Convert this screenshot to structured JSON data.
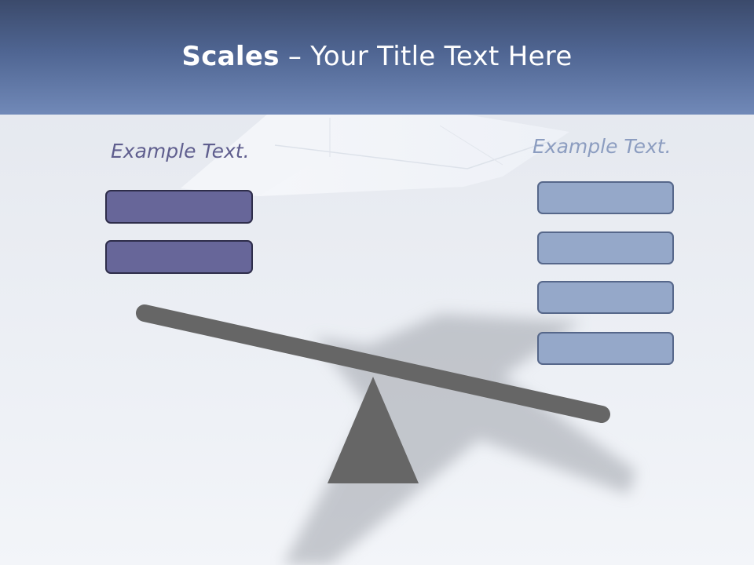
{
  "title": {
    "bold": "Scales",
    "rest": " – Your Title Text Here"
  },
  "left": {
    "label": "Example Text.",
    "box_count": 2,
    "fill_color": "#676699",
    "border_color": "#2e2d4a"
  },
  "right": {
    "label": "Example Text.",
    "box_count": 4,
    "fill_color": "#95a8c9",
    "border_color": "#56678a"
  },
  "colors": {
    "header_top": "#3b4a6b",
    "header_bottom": "#7189b8",
    "scale_gray": "#666666"
  },
  "icons": {
    "background": "paper-airplane-illustration",
    "seesaw": "balance-scale-seesaw"
  }
}
